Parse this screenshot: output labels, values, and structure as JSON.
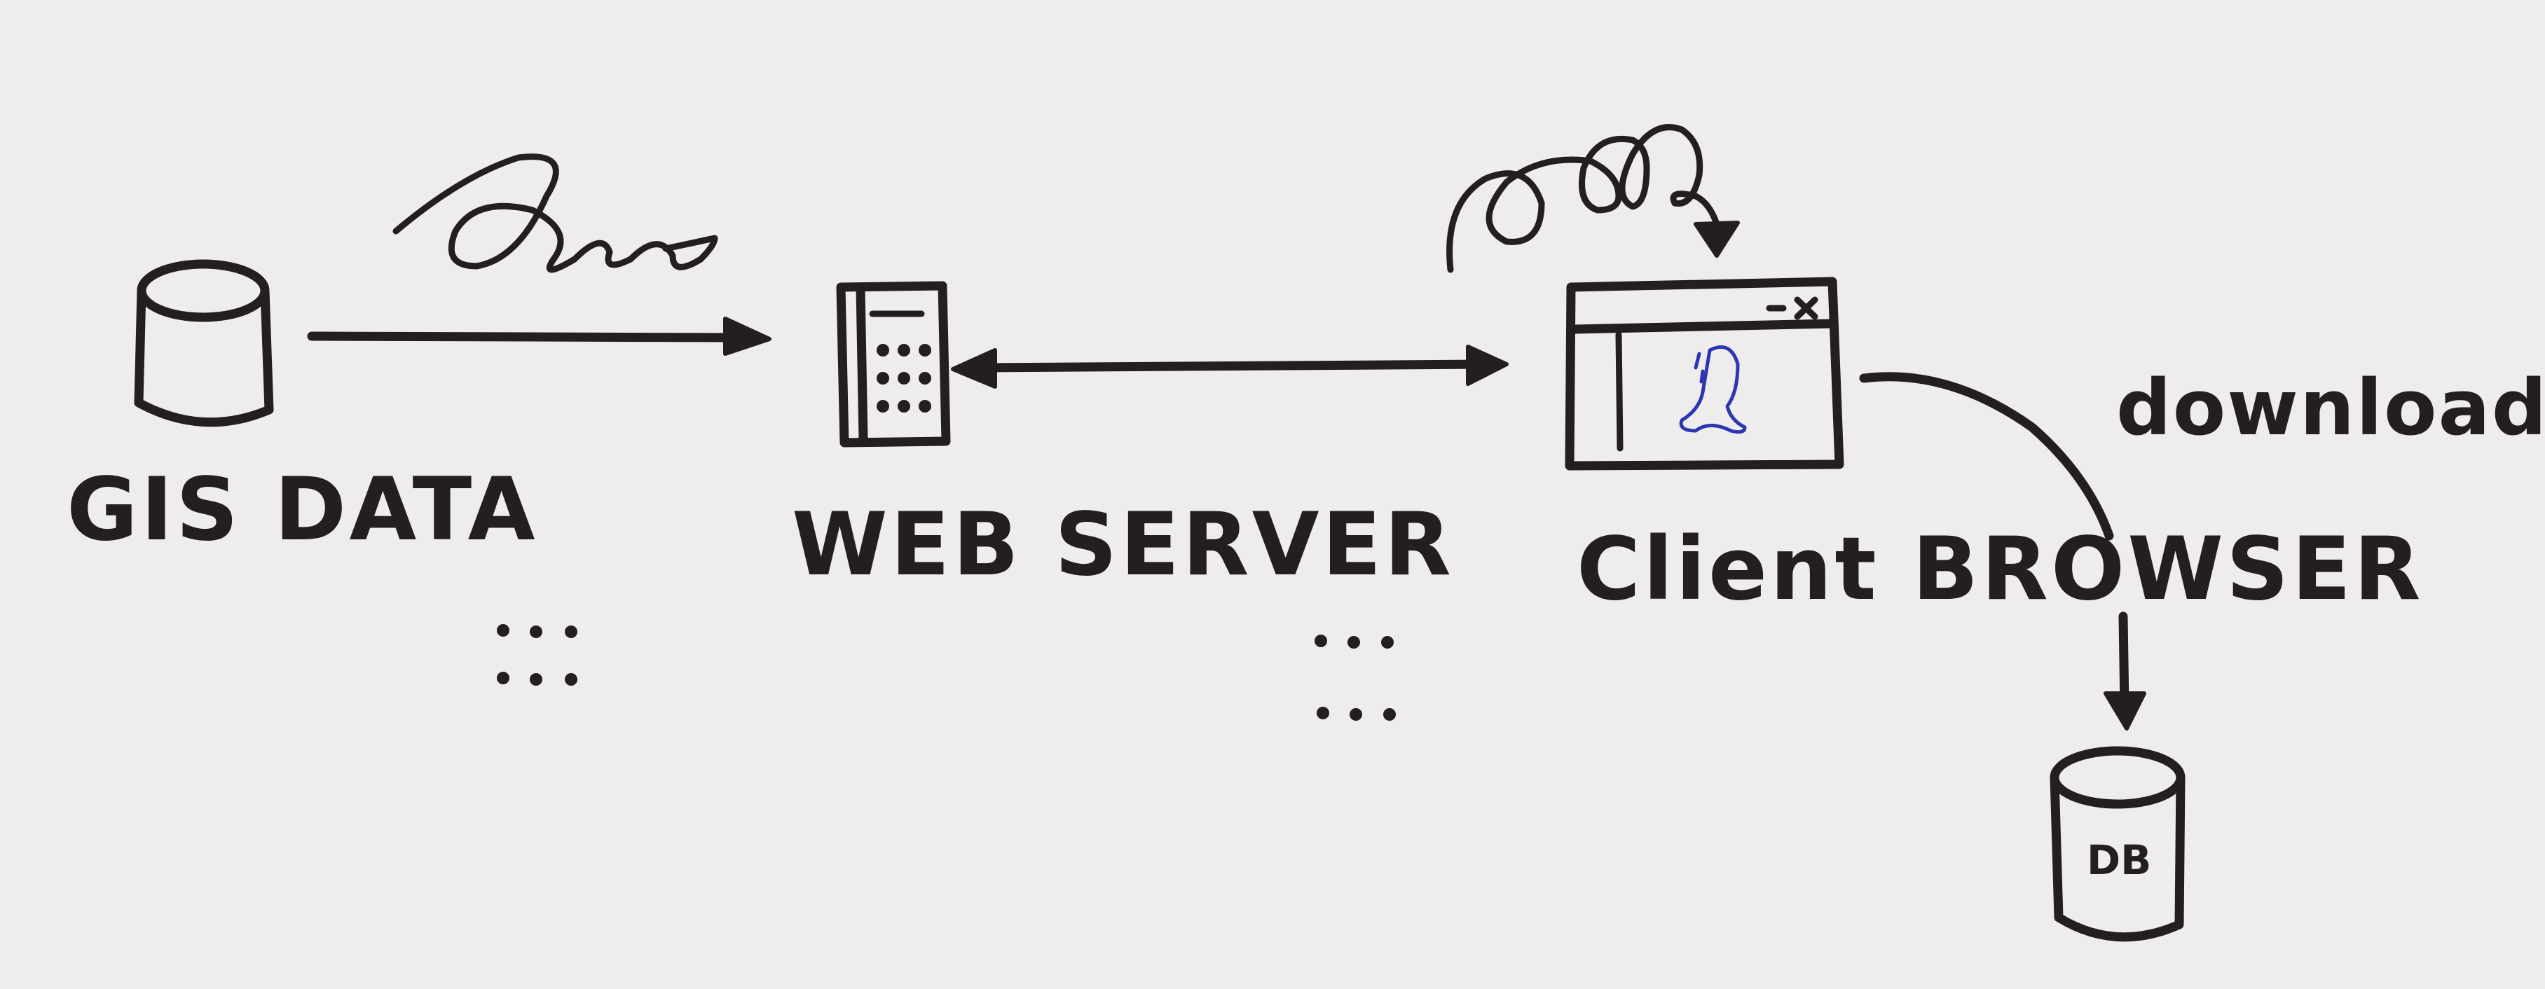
{
  "labels": {
    "gis_data": "GIS DATA",
    "web_server": "WEB SERVER",
    "client_browser": "Client BROWSER",
    "download": "download",
    "db": "DB"
  },
  "colors": {
    "paper": "#efeced",
    "ink": "#231f20",
    "map_ink": "#2b36b0"
  },
  "icons": {
    "gis_data": "database-cylinder-icon",
    "web_server": "server-icon",
    "client_browser": "browser-window-icon",
    "map": "map-shape-icon",
    "db": "database-cylinder-icon"
  }
}
